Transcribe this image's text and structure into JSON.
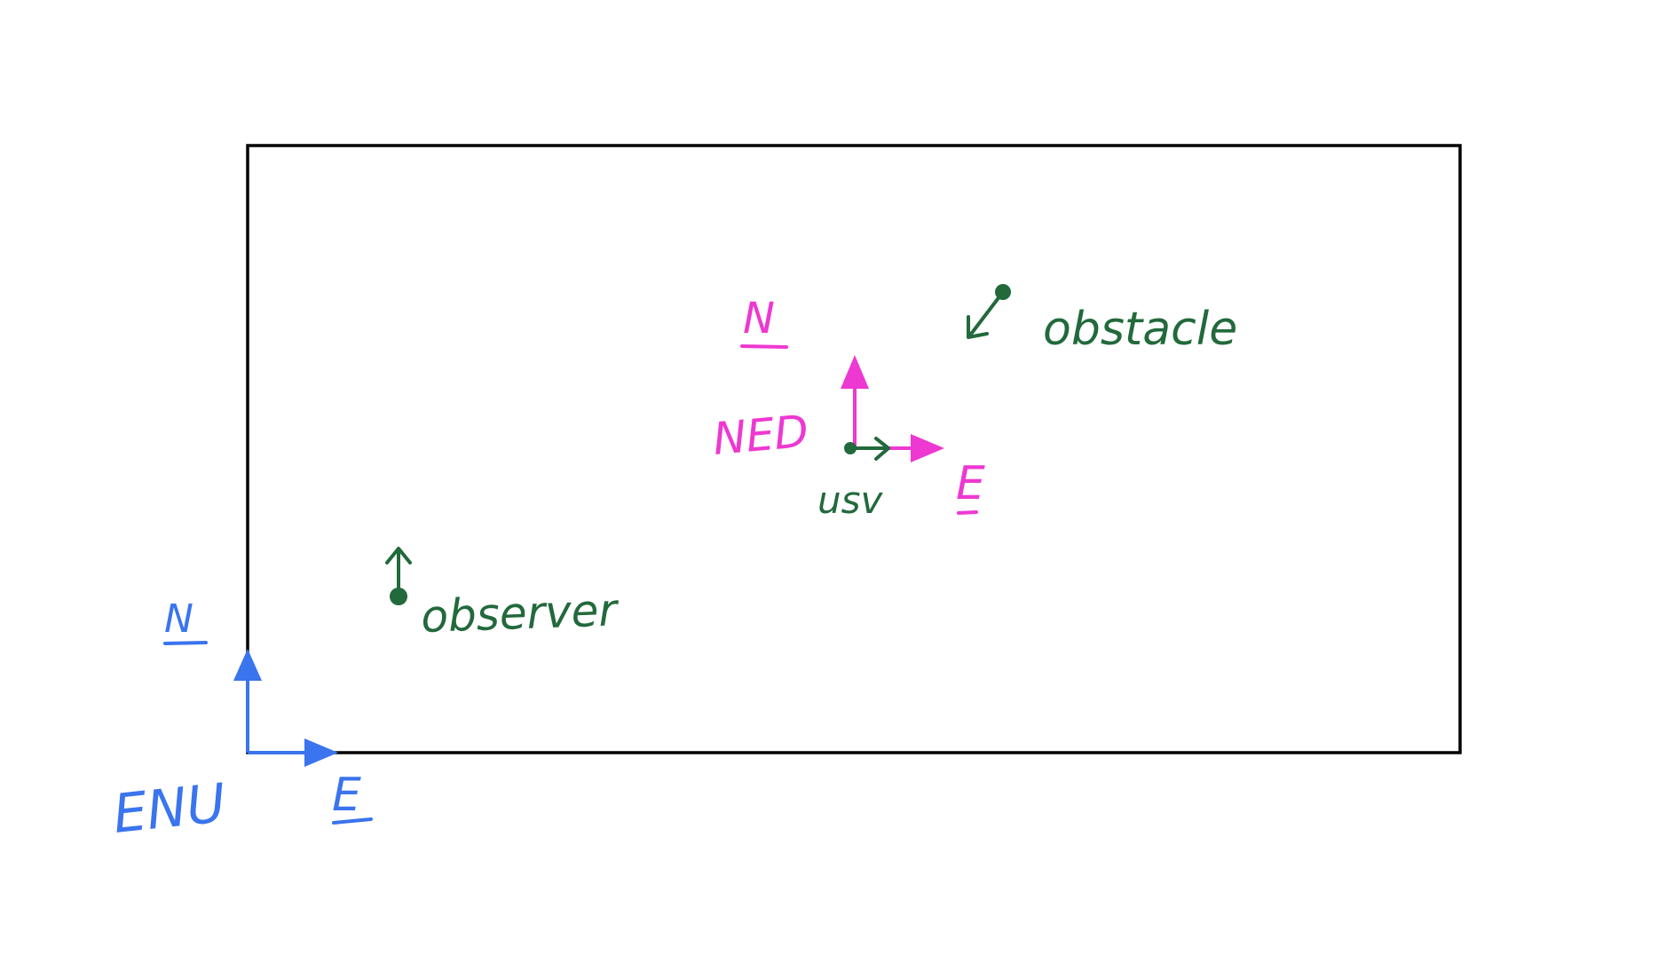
{
  "colors": {
    "background": "#ffffff",
    "boundary": "#000000",
    "enu": "#3a74ee",
    "ned": "#ee38d2",
    "entity": "#22693c"
  },
  "enu_frame": {
    "name": "ENU",
    "north_label": "N",
    "east_label": "E"
  },
  "ned_frame": {
    "name": "NED",
    "north_label": "N",
    "east_label": "E"
  },
  "entities": {
    "usv": {
      "label": "usv",
      "heading_icon": "arrow-right-icon"
    },
    "observer": {
      "label": "observer",
      "heading_icon": "arrow-up-icon"
    },
    "obstacle": {
      "label": "obstacle",
      "heading_icon": "arrow-down-left-icon"
    }
  }
}
